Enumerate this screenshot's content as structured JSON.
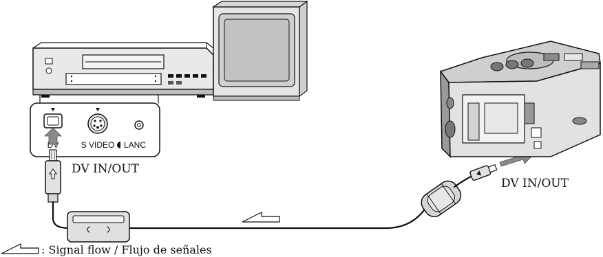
{
  "labels": {
    "port_dv": "DV",
    "port_svideo": "S VIDEO",
    "port_lanc": "LANC",
    "dv_inout_left": "DV IN/OUT",
    "dv_inout_right": "DV IN/OUT",
    "legend": ": Signal flow / Flujo de señales"
  },
  "icons": [
    "vcr-icon",
    "tv-icon",
    "camcorder-icon",
    "dv-port-icon",
    "s-video-port-icon",
    "lanc-jack-icon",
    "signal-flow-arrow-icon",
    "ferrite-core-icon",
    "dv-plug-icon",
    "insert-arrow-icon"
  ]
}
